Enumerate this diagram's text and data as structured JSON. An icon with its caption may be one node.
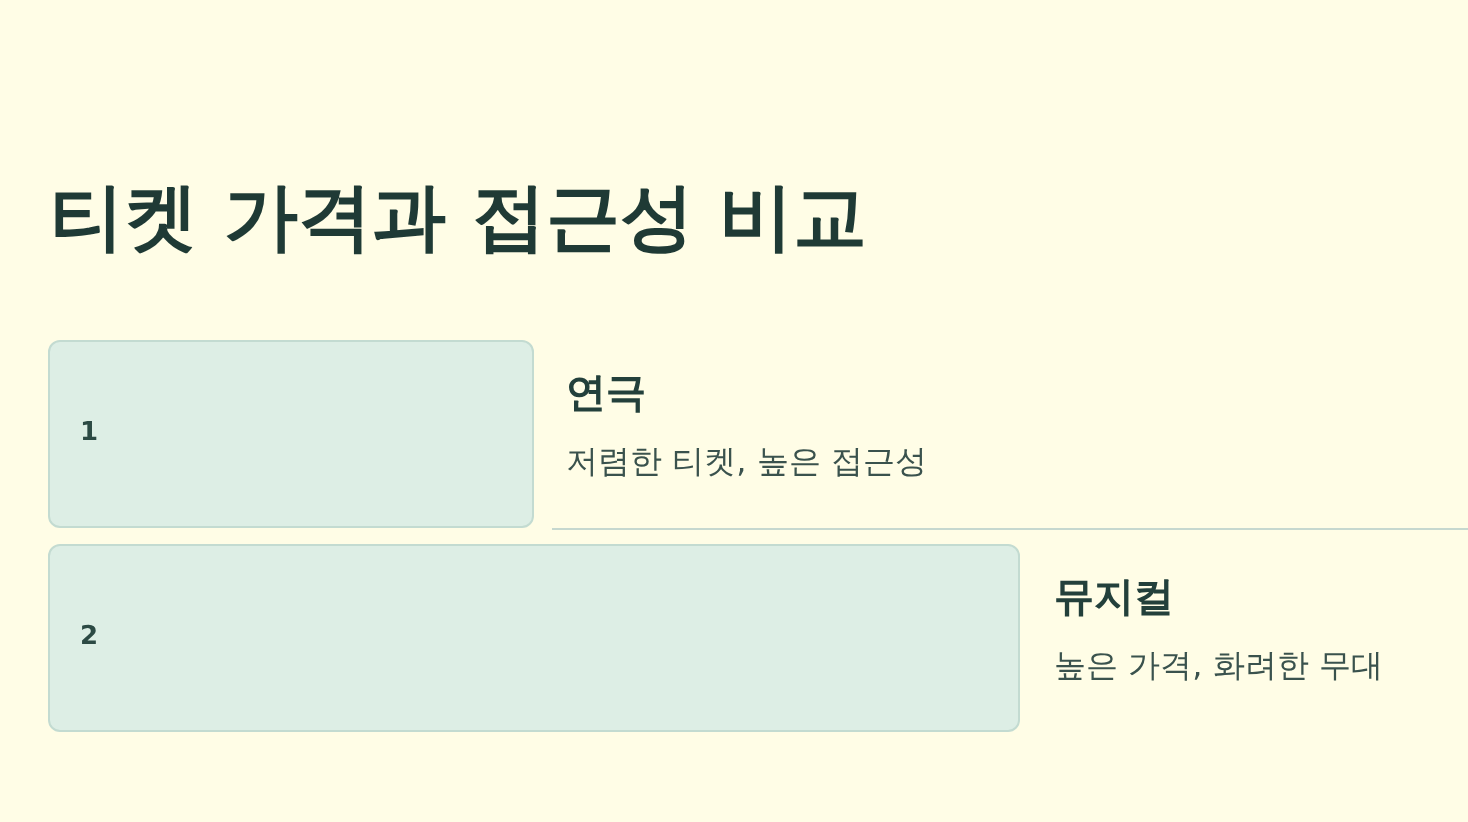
{
  "diagram": {
    "title": "티켓 가격과 접근성 비교",
    "nodes": [
      {
        "text": [
          "1"
        ],
        "beside": [
          "연극",
          "저렴한 티켓, 높은 접근성"
        ]
      },
      {
        "text": [
          "2"
        ],
        "beside": [
          "뮤지컬",
          "높은 가격, 화려한 무대"
        ]
      }
    ],
    "edges": []
  }
}
